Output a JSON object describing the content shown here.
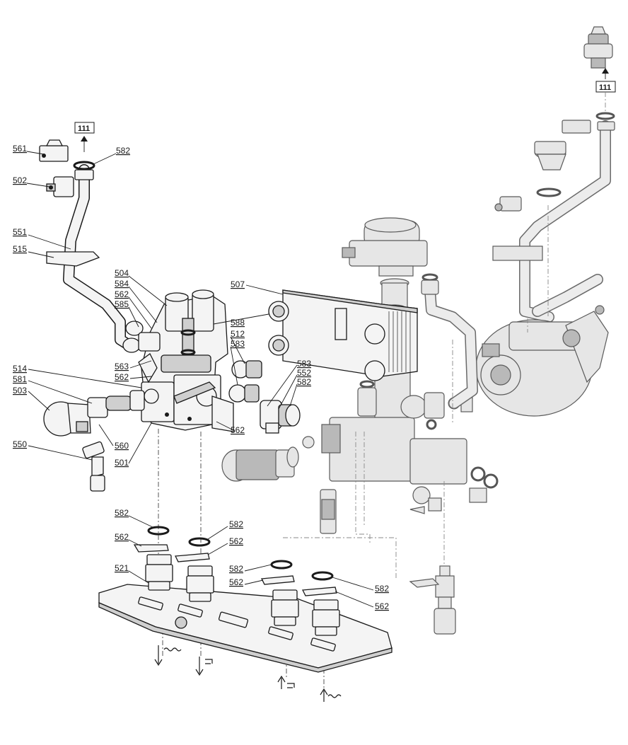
{
  "labels": {
    "l561": "561",
    "l502": "502",
    "l551": "551",
    "l515": "515",
    "l504": "504",
    "l584": "584",
    "l562a": "562",
    "l585": "585",
    "l563": "563",
    "l562b": "562",
    "l514": "514",
    "l581": "581",
    "l503": "503",
    "l560": "560",
    "l501": "501",
    "l550": "550",
    "l562c": "562",
    "l507": "507",
    "l588": "588",
    "l512": "512",
    "l583a": "583",
    "l583b": "583",
    "l552": "552",
    "l582a": "582",
    "l582top": "582",
    "l582b": "582",
    "l562d": "562",
    "l582c": "582",
    "l562e": "562",
    "l521": "521",
    "l582d": "582",
    "l562f": "562",
    "l582e": "582",
    "l562g": "562"
  },
  "ref_boxes": {
    "left": "111",
    "right": "111"
  },
  "colors": {
    "line": "#1a1a1a",
    "ghost": "#5a5a5a",
    "fill": "#f4f4f4"
  }
}
